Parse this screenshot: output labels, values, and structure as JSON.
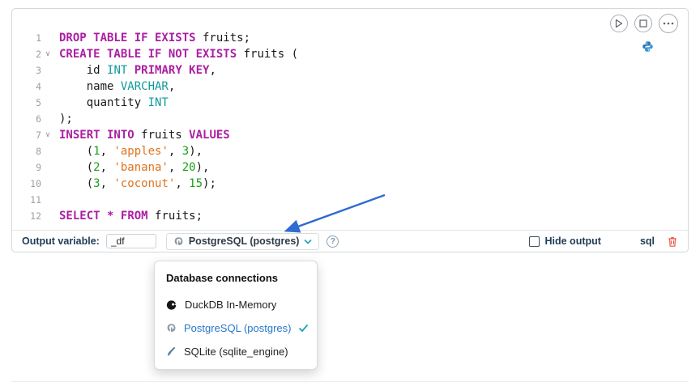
{
  "palette": {
    "keyword": "#AB1FA2",
    "type": "#12999a",
    "string": "#e0731d",
    "number": "#18a018",
    "accent_blue": "#2777C8",
    "teal_ui": "#22a0bc",
    "label_navy": "#1f3b57",
    "trash_red": "#e4553f",
    "arrow_blue": "#2f6bd0"
  },
  "editor": {
    "lines": [
      {
        "n": "1",
        "fold": false,
        "t": [
          [
            "kw",
            "DROP TABLE IF EXISTS"
          ],
          [
            "pl",
            " fruits;"
          ]
        ]
      },
      {
        "n": "2",
        "fold": true,
        "t": [
          [
            "kw",
            "CREATE TABLE IF NOT EXISTS"
          ],
          [
            "pl",
            " fruits ("
          ]
        ]
      },
      {
        "n": "3",
        "fold": false,
        "t": [
          [
            "pl",
            "    id "
          ],
          [
            "ty",
            "INT"
          ],
          [
            "pl",
            " "
          ],
          [
            "kw",
            "PRIMARY KEY"
          ],
          [
            "pl",
            ","
          ]
        ]
      },
      {
        "n": "4",
        "fold": false,
        "t": [
          [
            "pl",
            "    name "
          ],
          [
            "ty",
            "VARCHAR"
          ],
          [
            "pl",
            ","
          ]
        ]
      },
      {
        "n": "5",
        "fold": false,
        "t": [
          [
            "pl",
            "    quantity "
          ],
          [
            "ty",
            "INT"
          ]
        ]
      },
      {
        "n": "6",
        "fold": false,
        "t": [
          [
            "pl",
            ");"
          ]
        ]
      },
      {
        "n": "7",
        "fold": true,
        "t": [
          [
            "kw",
            "INSERT INTO"
          ],
          [
            "pl",
            " fruits "
          ],
          [
            "kw",
            "VALUES"
          ]
        ]
      },
      {
        "n": "8",
        "fold": false,
        "t": [
          [
            "pl",
            "    ("
          ],
          [
            "nu",
            "1"
          ],
          [
            "pl",
            ", "
          ],
          [
            "st",
            "'apples'"
          ],
          [
            "pl",
            ", "
          ],
          [
            "nu",
            "3"
          ],
          [
            "pl",
            "),"
          ]
        ]
      },
      {
        "n": "9",
        "fold": false,
        "t": [
          [
            "pl",
            "    ("
          ],
          [
            "nu",
            "2"
          ],
          [
            "pl",
            ", "
          ],
          [
            "st",
            "'banana'"
          ],
          [
            "pl",
            ", "
          ],
          [
            "nu",
            "20"
          ],
          [
            "pl",
            "),"
          ]
        ]
      },
      {
        "n": "10",
        "fold": false,
        "t": [
          [
            "pl",
            "    ("
          ],
          [
            "nu",
            "3"
          ],
          [
            "pl",
            ", "
          ],
          [
            "st",
            "'coconut'"
          ],
          [
            "pl",
            ", "
          ],
          [
            "nu",
            "15"
          ],
          [
            "pl",
            ");"
          ]
        ]
      },
      {
        "n": "11",
        "fold": false,
        "t": []
      },
      {
        "n": "12",
        "fold": false,
        "t": [
          [
            "kw",
            "SELECT"
          ],
          [
            "pl",
            " "
          ],
          [
            "op",
            "*"
          ],
          [
            "pl",
            " "
          ],
          [
            "kw",
            "FROM"
          ],
          [
            "pl",
            " fruits;"
          ]
        ]
      }
    ]
  },
  "toolbar": {
    "output_variable_label": "Output variable:",
    "output_variable_value": "_df",
    "connection_label": "PostgreSQL (postgres)",
    "help_glyph": "?",
    "hide_output_label": "Hide output",
    "language_badge": "sql"
  },
  "menu": {
    "title": "Database connections",
    "items": [
      {
        "label": "DuckDB In-Memory",
        "selected": false
      },
      {
        "label": "PostgreSQL (postgres)",
        "selected": true
      },
      {
        "label": "SQLite (sqlite_engine)",
        "selected": false
      }
    ]
  }
}
